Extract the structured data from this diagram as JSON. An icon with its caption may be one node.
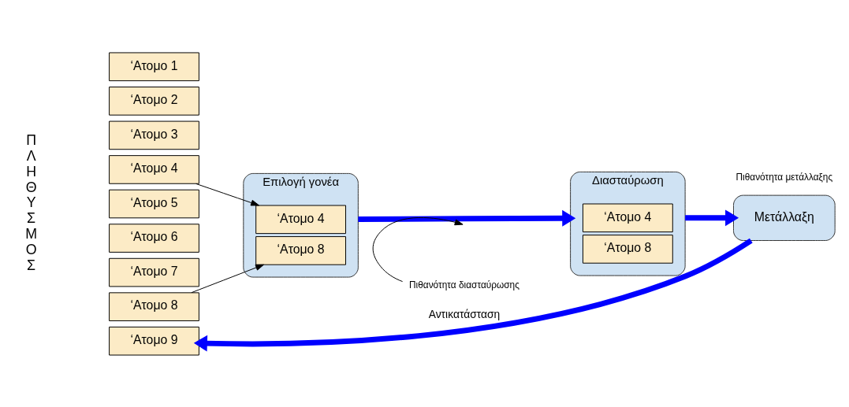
{
  "diagram": {
    "nodes": [
      {
        "text": [
          "‘Ατομο 1"
        ]
      },
      {
        "text": [
          "‘Ατομο 2"
        ]
      },
      {
        "text": [
          "‘Ατομο 3"
        ]
      },
      {
        "text": [
          "‘Ατομο 4"
        ]
      },
      {
        "text": [
          "‘Ατομο 5"
        ]
      },
      {
        "text": [
          "‘Ατομο 6"
        ]
      },
      {
        "text": [
          "‘Ατομο 7"
        ]
      },
      {
        "text": [
          "‘Ατομο 8"
        ]
      },
      {
        "text": [
          "‘Ατομο 9"
        ]
      },
      {
        "text": [
          "Επιλογή γονέα"
        ]
      },
      {
        "text": [
          "‘Ατομο 4"
        ],
        "in": 9
      },
      {
        "text": [
          "‘Ατομο 8"
        ],
        "in": 9
      },
      {
        "text": [
          "Διασταύρωση"
        ]
      },
      {
        "text": [
          "‘Ατομο 4"
        ],
        "in": 12
      },
      {
        "text": [
          "‘Ατομο 8"
        ],
        "in": 12
      },
      {
        "text": [
          "Μετάλλαξη"
        ]
      },
      {
        "text": [
          "Πιθανότητα διασταύρωσης"
        ]
      }
    ],
    "edges": [
      {
        "from": 3,
        "to": 10,
        "arrow": "to",
        "color": "#000000"
      },
      {
        "from": 7,
        "to": 11,
        "arrow": "to",
        "color": "#000000"
      },
      {
        "from": 9,
        "to": 12,
        "arrow": "to",
        "style": "thick",
        "color": "#0000ff"
      },
      {
        "from": 16,
        "to": null,
        "arrow": "to",
        "color": "#000000"
      },
      {
        "from": 12,
        "to": 15,
        "arrow": "to",
        "style": "thick",
        "color": "#0000ff"
      },
      {
        "from": 15,
        "to": 8,
        "arrow": "to",
        "label": "Αντικατάσταση",
        "style": "thick",
        "color": "#0000ff"
      }
    ],
    "labels": [
      "ΠΛΗΘΥΣΜΟΣ",
      "Πιθανότητα μετάλλαξης"
    ]
  }
}
